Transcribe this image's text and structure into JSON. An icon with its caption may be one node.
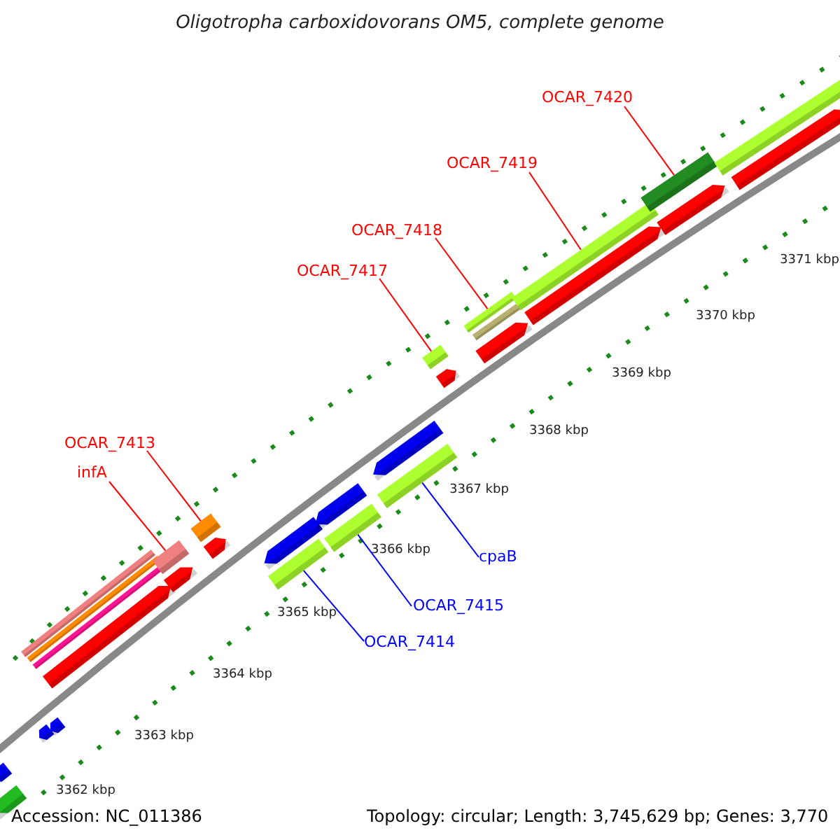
{
  "diagram": {
    "title": "Oligotropha carboxidovorans OM5, complete genome",
    "nodes": [
      {
        "text": [
          "OCAR_7420"
        ]
      },
      {
        "text": [
          "OCAR_7419"
        ]
      },
      {
        "text": [
          "OCAR_7418"
        ]
      },
      {
        "text": [
          "OCAR_7417"
        ]
      },
      {
        "text": [
          "OCAR_7413"
        ]
      },
      {
        "text": [
          "infA"
        ]
      },
      {
        "text": [
          "cpaB"
        ]
      },
      {
        "text": [
          "OCAR_7415"
        ]
      },
      {
        "text": [
          "OCAR_7414"
        ]
      },
      {
        "text": [],
        "shape": "bar"
      },
      {
        "text": [],
        "shape": "bar"
      },
      {
        "text": [],
        "shape": "bar"
      },
      {
        "text": [],
        "shape": "bar"
      },
      {
        "text": [],
        "shape": "bar"
      },
      {
        "text": [],
        "shape": "bar"
      },
      {
        "text": [],
        "shape": "bar"
      },
      {
        "text": [],
        "shape": "bar"
      },
      {
        "text": [],
        "shape": "bar"
      },
      {
        "text": [],
        "shape": "bar"
      },
      {
        "text": [],
        "shape": "bar"
      },
      {
        "text": [],
        "shape": "bar"
      },
      {
        "text": [],
        "shape": "bar"
      },
      {
        "text": [],
        "shape": "bar"
      },
      {
        "text": [],
        "shape": "bar"
      },
      {
        "text": [],
        "shape": "bar"
      },
      {
        "text": [],
        "shape": "bar"
      },
      {
        "text": [],
        "shape": "bar"
      },
      {
        "text": [],
        "shape": "bar"
      },
      {
        "text": [],
        "shape": "bar"
      },
      {
        "text": [],
        "shape": "bar"
      },
      {
        "text": [],
        "shape": "bar"
      },
      {
        "text": [],
        "shape": "bar"
      },
      {
        "text": [],
        "shape": "bar"
      },
      {
        "text": [],
        "shape": "bar"
      },
      {
        "text": [],
        "shape": "bar"
      },
      {
        "text": [],
        "shape": "bar"
      },
      {
        "text": [],
        "shape": "bar"
      },
      {
        "text": [],
        "shape": "bar"
      }
    ],
    "edges": [
      {
        "from": 0,
        "to": 34,
        "arrow": "none"
      },
      {
        "from": 1,
        "to": 32,
        "arrow": "none"
      },
      {
        "from": 2,
        "to": 29,
        "arrow": "none"
      },
      {
        "from": 3,
        "to": 27,
        "arrow": "none"
      },
      {
        "from": 4,
        "to": 19,
        "arrow": "none"
      },
      {
        "from": 5,
        "to": 17,
        "arrow": "none"
      },
      {
        "from": 6,
        "to": 26,
        "arrow": "none",
        "color": "#0000ff"
      },
      {
        "from": 7,
        "to": 24,
        "arrow": "none",
        "color": "#0000ff"
      },
      {
        "from": 8,
        "to": 22,
        "arrow": "none",
        "color": "#0000ff"
      }
    ],
    "labels": [
      "3371 kbp",
      "3370 kbp",
      "3369 kbp",
      "3368 kbp",
      "3367 kbp",
      "3366 kbp",
      "3365 kbp",
      "3364 kbp",
      "3363 kbp",
      "3362 kbp",
      "Accession: NC_011386",
      "Topology: circular; Length: 3,745,629 bp; Genes: 3,770"
    ]
  }
}
